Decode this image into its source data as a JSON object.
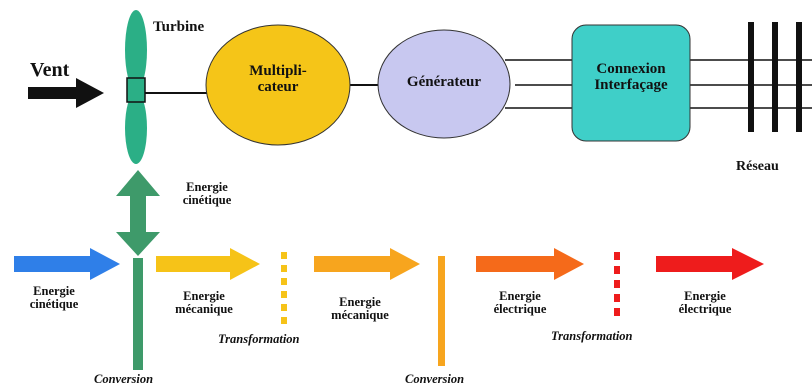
{
  "top": {
    "wind_label": "Vent",
    "turbine_label": "Turbine",
    "multiplier_label": "Multipli-\ncateur",
    "generator_label": "Générateur",
    "connection_label": "Connexion\nInterfaçage",
    "grid_label": "Réseau",
    "kinetic_energy_label": "Energie\ncinétique"
  },
  "bottom": {
    "stage1_label": "Energie\ncinétique",
    "stage2_label": "Energie\nmécanique",
    "stage3_label": "Energie\nmécanique",
    "stage4_label": "Energie\nélectrique",
    "stage5_label": "Energie\nélectrique",
    "conversion_1": "Conversion",
    "transformation_1": "Transformation",
    "conversion_2": "Conversion",
    "transformation_2": "Transformation"
  },
  "colors": {
    "multiplier_fill": "#F5C518",
    "generator_fill": "#C8C8F0",
    "connection_fill": "#3FCFC8",
    "turbine_fill": "#2BAF86",
    "green_arrow": "#3E9A6A",
    "blue_arrow": "#2F7FE8",
    "yellow_arrow": "#F6C318",
    "orange_arrow_1": "#F7A51E",
    "orange_arrow_2": "#F56A1A",
    "red_arrow": "#EE1C1C"
  }
}
